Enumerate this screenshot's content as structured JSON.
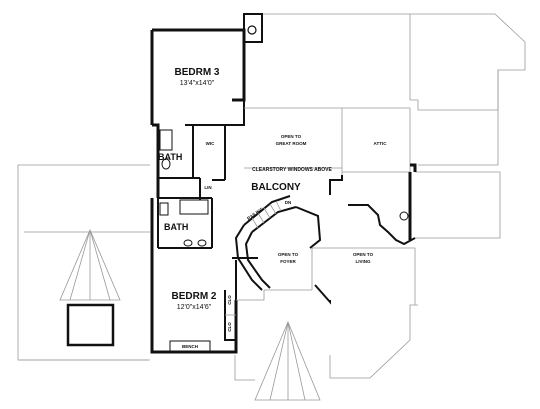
{
  "rooms": {
    "bedrm3": {
      "name": "BEDRM 3",
      "size": "13'4\"x14'0\""
    },
    "bedrm2": {
      "name": "BEDRM 2",
      "size": "12'0\"x14'6\""
    },
    "bath_upper": "BATH",
    "bath_lower": "BATH",
    "wic": "WIC",
    "lin": "LIN",
    "balcony": "BALCONY",
    "attic": "ATTIC",
    "clo_1": "CLO",
    "clo_2": "CLO",
    "bench": "BENCH"
  },
  "open_areas": {
    "great_room": [
      "OPEN TO",
      "GREAT ROOM"
    ],
    "foyer": [
      "OPEN TO",
      "FOYER"
    ],
    "living": [
      "OPEN TO",
      "LIVING"
    ]
  },
  "notes": {
    "clearstory": "CLEARSTORY WINDOWS ABOVE",
    "railing": "RAILING",
    "dn": "DN"
  }
}
